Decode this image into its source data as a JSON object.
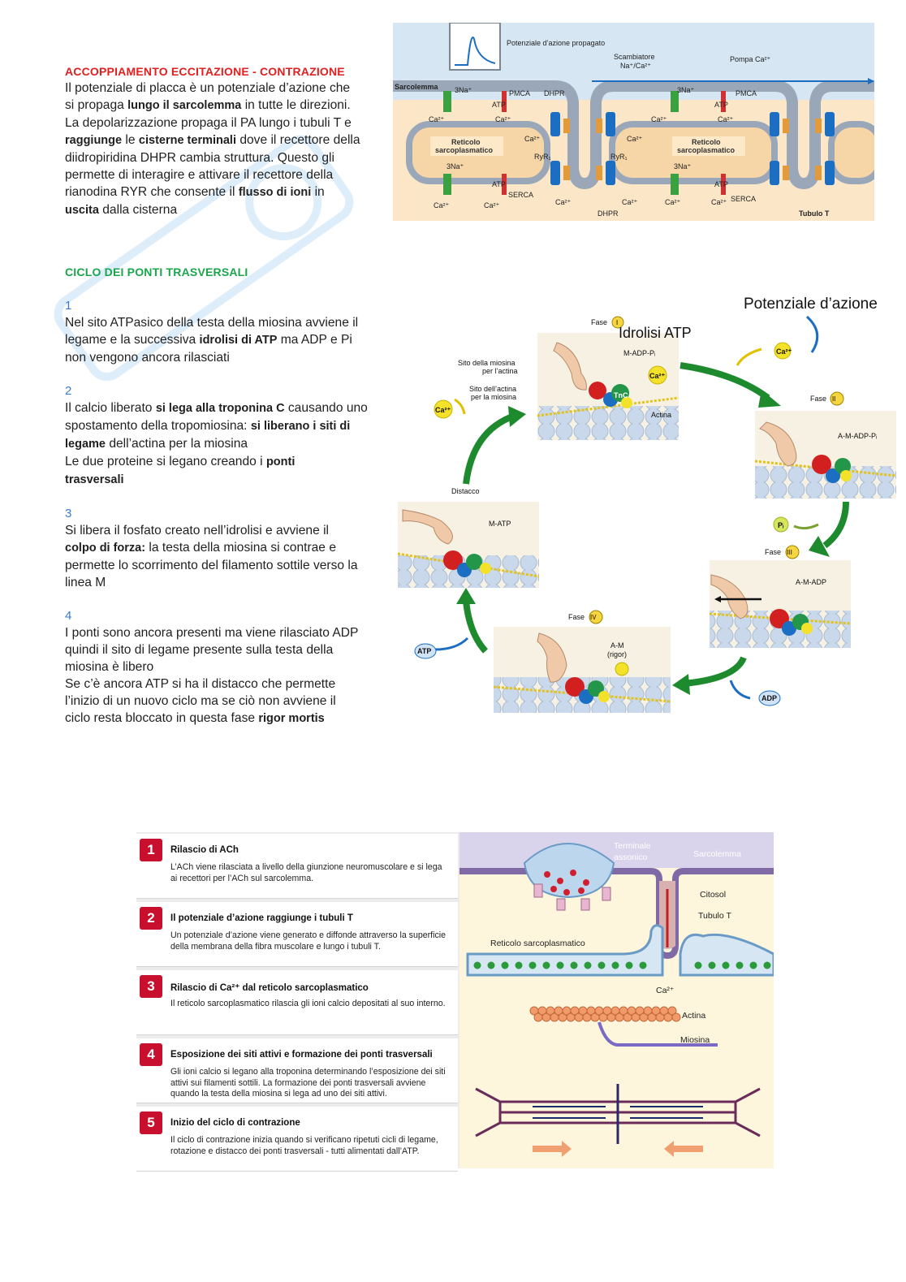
{
  "section1": {
    "title_part1": "ACCOPPIAMENTO ECCITAZIONE - ",
    "title_part2": "CONTRAZIONE",
    "lines": [
      [
        {
          "t": "Il potenziale di placca è un potenziale d’azione che",
          "b": false
        }
      ],
      [
        {
          "t": "si propaga ",
          "b": false
        },
        {
          "t": "lungo il sarcolemma",
          "b": true
        },
        {
          "t": " in tutte le direzioni.",
          "b": false
        }
      ],
      [
        {
          "t": "La depolarizzazione propaga il PA lungo i tubuli T e",
          "b": false
        }
      ],
      [
        {
          "t": "raggiunge",
          "b": true
        },
        {
          "t": " le ",
          "b": false
        },
        {
          "t": "cisterne terminali",
          "b": true
        },
        {
          "t": " dove il recettore della",
          "b": false
        }
      ],
      [
        {
          "t": "diidropiridina DHPR cambia struttura. Questo gli",
          "b": false
        }
      ],
      [
        {
          "t": "permette di interagire e attivare il recettore della",
          "b": false
        }
      ],
      [
        {
          "t": "rianodina RYR che consente il ",
          "b": false
        },
        {
          "t": "flusso di ioni",
          "b": true
        },
        {
          "t": " in",
          "b": false
        }
      ],
      [
        {
          "t": "uscita",
          "b": true
        },
        {
          "t": " dalla cisterna",
          "b": false
        }
      ]
    ]
  },
  "diagram1": {
    "title": "Potenziale d’azione propagato",
    "labels": {
      "sarcolemma": "Sarcolemma",
      "scambiatore": "Scambiatore",
      "scambiatore2": "Na⁺/Ca²⁺",
      "pompa": "Pompa Ca²⁺",
      "pmca": "PMCA",
      "dhpr": "DHPR",
      "na3": "3Na⁺",
      "atp": "ATP",
      "ca": "Ca²⁺",
      "reticolo": "Reticolo",
      "sarcopl": "sarcoplasmatico",
      "ryr": "RyR₁",
      "serca": "SERCA",
      "tubulo": "Tubulo T"
    }
  },
  "section2": {
    "title": "CICLO DEI PONTI TRASVERSALI",
    "items": [
      {
        "n": "1",
        "lines": [
          [
            {
              "t": "Nel sito ATPasico della testa della miosina avviene il",
              "b": false
            }
          ],
          [
            {
              "t": "legame e la successiva ",
              "b": false
            },
            {
              "t": "idrolisi di ATP",
              "b": true
            },
            {
              "t": " ma ADP e Pi",
              "b": false
            }
          ],
          [
            {
              "t": "non vengono ancora rilasciati",
              "b": false
            }
          ]
        ]
      },
      {
        "n": "2",
        "lines": [
          [
            {
              "t": "Il calcio liberato ",
              "b": false
            },
            {
              "t": "si lega alla troponina C",
              "b": true
            },
            {
              "t": " causando uno",
              "b": false
            }
          ],
          [
            {
              "t": "spostamento della tropomiosina: ",
              "b": false
            },
            {
              "t": "si liberano i siti di",
              "b": true
            }
          ],
          [
            {
              "t": "legame",
              "b": true
            },
            {
              "t": " dell’actina per la miosina",
              "b": false
            }
          ],
          [
            {
              "t": "Le due proteine si legano creando i ",
              "b": false
            },
            {
              "t": "ponti",
              "b": true
            }
          ],
          [
            {
              "t": "trasversali",
              "b": true
            }
          ]
        ]
      },
      {
        "n": "3",
        "lines": [
          [
            {
              "t": "Si libera il fosfato creato nell’idrolisi e avviene il",
              "b": false
            }
          ],
          [
            {
              "t": "colpo di forza:",
              "b": true
            },
            {
              "t": " la testa della miosina si contrae e",
              "b": false
            }
          ],
          [
            {
              "t": "permette lo scorrimento del filamento sottile verso la",
              "b": false
            }
          ],
          [
            {
              "t": "linea M",
              "b": false
            }
          ]
        ]
      },
      {
        "n": "4",
        "lines": [
          [
            {
              "t": "I ponti sono ancora presenti ma viene rilasciato ADP",
              "b": false
            }
          ],
          [
            {
              "t": "quindi il sito di legame presente sulla testa della",
              "b": false
            }
          ],
          [
            {
              "t": "miosina è libero",
              "b": false
            }
          ],
          [
            {
              "t": "Se c’è ancora ATP si ha il distacco che permette",
              "b": false
            }
          ],
          [
            {
              "t": "l’inizio di un nuovo ciclo ma se ciò non avviene il",
              "b": false
            }
          ],
          [
            {
              "t": "ciclo resta bloccato in questa fase ",
              "b": false
            },
            {
              "t": "rigor mortis",
              "b": true
            }
          ]
        ]
      }
    ]
  },
  "diagram2": {
    "potenziale": "Potenziale d’azione",
    "idrolisi": "Idrolisi ATP",
    "fase": "Fase",
    "fase_I": "I",
    "fase_II": "II",
    "fase_III": "III",
    "fase_IV": "IV",
    "madp": "M-ADP-Pᵢ",
    "amadp_pi": "A-M-ADP-Pᵢ",
    "amadp": "A-M-ADP",
    "am": "A-M",
    "rigor": "(rigor)",
    "matp": "M-ATP",
    "sito_miosina": "Sito della miosina",
    "per_actina": "per l’actina",
    "sito_actina": "Sito dell’actina",
    "per_miosina": "per la miosina",
    "tnc": "TnC",
    "actina": "Actina",
    "ca": "Ca²⁺",
    "pi": "Pᵢ",
    "atp": "ATP",
    "adp": "ADP",
    "distacco": "Distacco"
  },
  "steps": [
    {
      "n": "1",
      "title": "Rilascio di ACh",
      "desc": "L’ACh viene rilasciata a livello della giunzione neuromuscolare e si lega ai recettori per l’ACh sul sarcolemma."
    },
    {
      "n": "2",
      "title": "Il potenziale d’azione raggiunge i tubuli T",
      "desc": "Un potenziale d’azione viene generato e diffonde attraverso la superficie della membrana della fibra muscolare e lungo i tubuli T."
    },
    {
      "n": "3",
      "title": "Rilascio di Ca²⁺ dal reticolo sarcoplasmatico",
      "desc": "Il reticolo sarcoplasmatico rilascia gli ioni calcio depositati al suo interno."
    },
    {
      "n": "4",
      "title": "Esposizione dei siti attivi e formazione dei ponti trasversali",
      "desc": "Gli ioni calcio si legano alla troponina determinando l’esposizione dei siti attivi sui filamenti sottili. La formazione dei ponti trasversali avviene quando la testa della miosina si lega ad uno dei siti attivi."
    },
    {
      "n": "5",
      "title": "Inizio del ciclo di contrazione",
      "desc": "Il ciclo di contrazione inizia quando si verificano ripetuti cicli di legame, rotazione e distacco dei ponti trasversali - tutti alimentati dall’ATP."
    }
  ],
  "diagram3": {
    "terminale1": "Terminale",
    "terminale2": "assonico",
    "sarcolemma": "Sarcolemma",
    "citosol": "Citosol",
    "tubulo": "Tubulo T",
    "reticolo": "Reticolo sarcoplasmatico",
    "ca": "Ca²⁺",
    "actina": "Actina",
    "miosina": "Miosina"
  },
  "colors": {
    "red": "#e02020",
    "green": "#1aa64a",
    "blue_num": "#3a7ad8",
    "step_red": "#c8102e"
  }
}
